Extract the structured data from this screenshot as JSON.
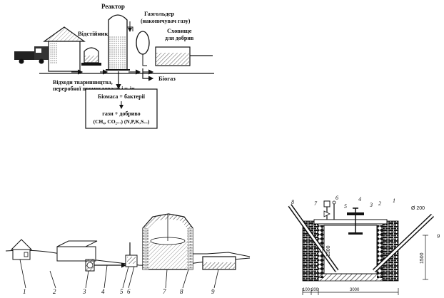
{
  "scheme": {
    "labels": {
      "reactor": "Реактор",
      "gasholder": "Газгольдер",
      "gasholder_note": "(накопичувач газу)",
      "settler": "Відстійник",
      "storage": "Сховище",
      "storage_note": "для добрив",
      "biogas": "Біогаз",
      "waste_line1": "Відходи тваринництва,",
      "waste_line2": "переробної промисловості і т. ін."
    },
    "process_box": {
      "line1": "Біомаса + бактерії",
      "line2": "гази + добриво",
      "line3": "(CH₄, CO₂...) (N,P,K,S...)"
    }
  },
  "farm": {
    "numbers": [
      "1",
      "2",
      "3",
      "4",
      "5",
      "6",
      "7",
      "8",
      "9"
    ]
  },
  "section": {
    "numbers": {
      "n1": "1",
      "n2": "2",
      "n3": "3",
      "n4": "4",
      "n5": "5",
      "n6": "6",
      "n7": "7",
      "n8": "8",
      "n9": "9"
    },
    "dims": {
      "pipe_dia": "Ø 200",
      "height_inner": "1300",
      "height_outer": "1500",
      "bottom_left1": "100",
      "bottom_left2": "200",
      "bottom_width": "3000"
    }
  }
}
